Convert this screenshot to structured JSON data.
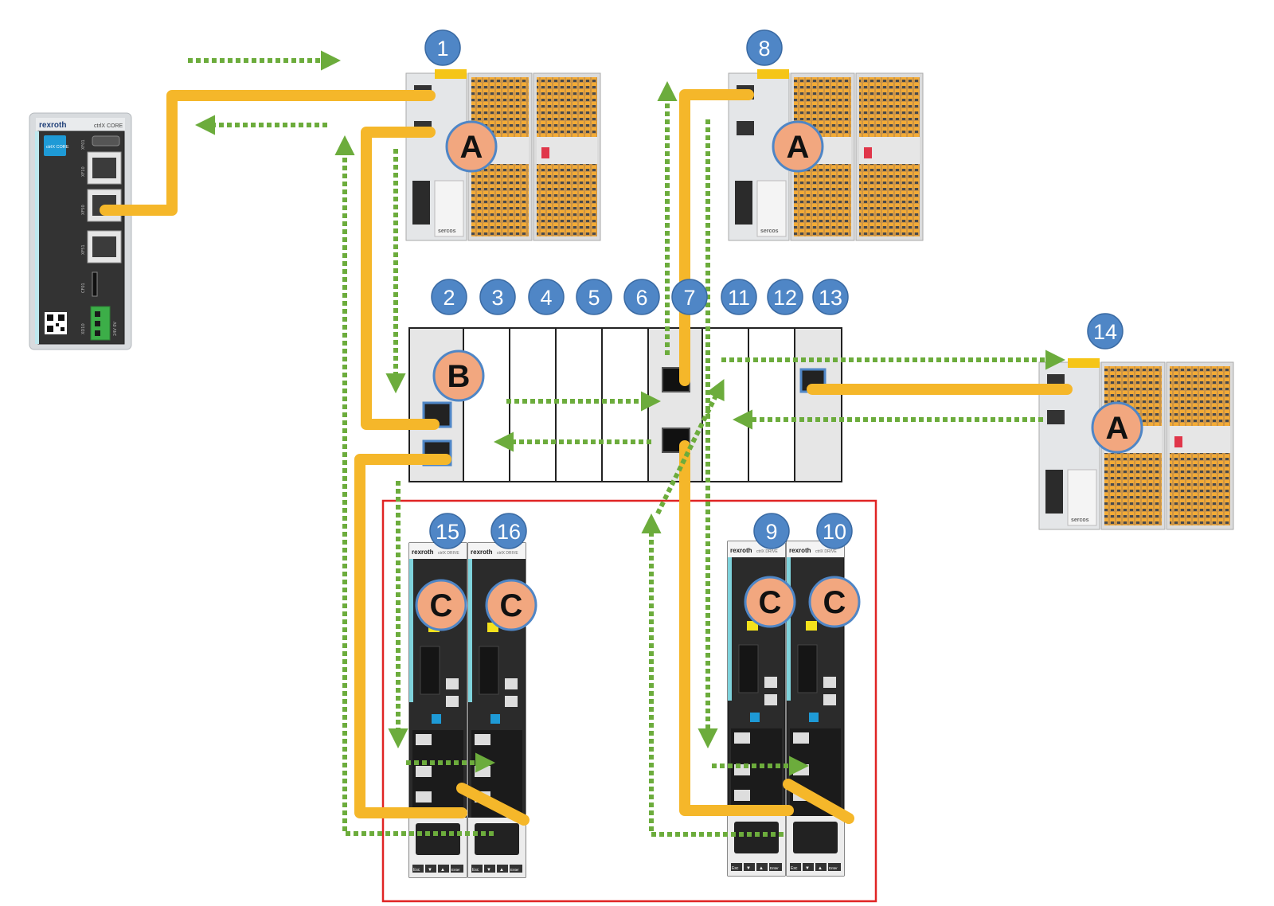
{
  "controller": {
    "brand": "rexroth",
    "model": "ctrlX CORE",
    "logo_text": "ctrlX CORE",
    "ports": [
      "XF01",
      "XF10",
      "XF50",
      "XF51",
      "CF01",
      "XD10"
    ],
    "power_label": "24V 0V"
  },
  "io_modules": [
    {
      "number": "1",
      "letter": "A",
      "brand": "sercos"
    },
    {
      "number": "8",
      "letter": "A",
      "brand": "sercos"
    },
    {
      "number": "14",
      "letter": "A",
      "brand": "sercos"
    }
  ],
  "rack": {
    "slot_numbers": [
      "2",
      "3",
      "4",
      "5",
      "6",
      "7",
      "11",
      "12",
      "13"
    ],
    "letter": "B"
  },
  "drives": [
    {
      "number": "15",
      "letter": "C",
      "brand": "rexroth",
      "model": "ctrlX DRIVE",
      "keys": [
        "Esc",
        "▼",
        "▲",
        "Enter"
      ]
    },
    {
      "number": "16",
      "letter": "C",
      "brand": "rexroth",
      "model": "ctrlX DRIVE",
      "keys": [
        "Esc",
        "▼",
        "▲",
        "Enter"
      ]
    },
    {
      "number": "9",
      "letter": "C",
      "brand": "rexroth",
      "model": "ctrlX DRIVE",
      "keys": [
        "Esc",
        "▼",
        "▲",
        "Enter"
      ]
    },
    {
      "number": "10",
      "letter": "C",
      "brand": "rexroth",
      "model": "ctrlX DRIVE",
      "keys": [
        "Esc",
        "▼",
        "▲",
        "Enter"
      ]
    }
  ],
  "colors": {
    "cable": "#f5b72a",
    "data_flow": "#6cac3c",
    "number_badge": "#4f86c6",
    "letter_badge": "#f2a77f",
    "highlight_box": "#e02424",
    "rack_fill": "#e6e6e6"
  }
}
